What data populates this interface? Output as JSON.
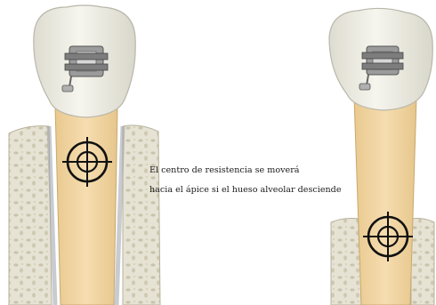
{
  "figure": {
    "caption": {
      "line1": "El centro de resistencia se moverá",
      "line2": "hacia el ápice si el hueso alveolar desciende"
    },
    "colors": {
      "crown_fill": "#f2f1e6",
      "root_fill": "#f2d7a3",
      "bone_fill": "#e6e3d4",
      "bone_pore": "#c9c3ab",
      "bracket": "#8a8a8a",
      "target": "#111111"
    },
    "panels": [
      {
        "id": "left",
        "bone_level": "normal",
        "center_of_resistance": "higher position"
      },
      {
        "id": "right",
        "bone_level": "reduced",
        "center_of_resistance": "moved toward apex"
      }
    ]
  }
}
